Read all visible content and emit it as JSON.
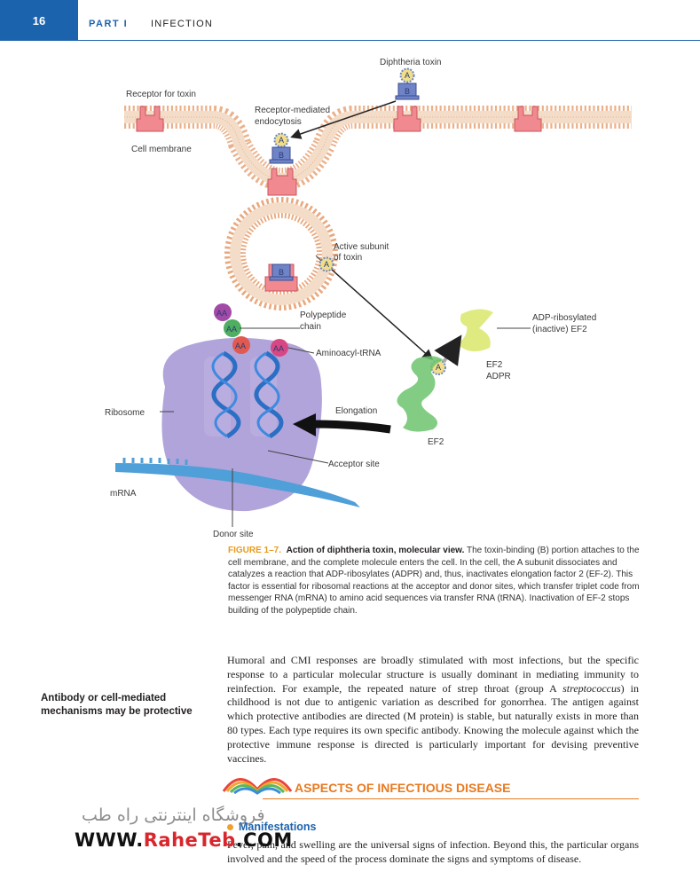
{
  "header": {
    "page_number": "16",
    "part": "PART I",
    "chapter": "INFECTION"
  },
  "figure": {
    "labels": {
      "diphtheria_toxin": "Diphtheria toxin",
      "receptor": "Receptor for toxin",
      "endocytosis_1": "Receptor-mediated",
      "endocytosis_2": "endocytosis",
      "cell_membrane": "Cell membrane",
      "active_subunit_1": "Active subunit",
      "active_subunit_2": "of toxin",
      "polypeptide_1": "Polypeptide",
      "polypeptide_2": "chain",
      "aminoacyl": "Aminoacyl-tRNA",
      "adp_1": "ADP-ribosylated",
      "adp_2": "(inactive) EF2",
      "ef2_top": "EF2",
      "adpr": "ADPR",
      "elongation": "Elongation",
      "ef2": "EF2",
      "ribosome": "Ribosome",
      "acceptor": "Acceptor site",
      "mrna": "mRNA",
      "donor": "Donor site",
      "sub_a": "A",
      "sub_b": "B",
      "aa": "AA"
    },
    "caption": {
      "number": "FIGURE 1–7.",
      "title": "Action of diphtheria toxin, molecular view.",
      "text": "The toxin-binding (B) portion attaches to the cell membrane, and the complete molecule enters the cell. In the cell, the A subunit dissociates and catalyzes a reaction that ADP-ribosylates (ADPR) and, thus, inactivates elongation factor 2 (EF-2). This factor is essential for ribosomal reactions at the acceptor and donor sites, which transfer triplet code from messenger RNA (mRNA) to amino acid sequences via transfer RNA (tRNA). Inactivation of EF-2 stops building of the polypeptide chain."
    }
  },
  "sidebar_note": "Antibody or cell-mediated mechanisms may be protective",
  "body": {
    "p1_part1": "Humoral and CMI responses are broadly stimulated with most infections, but the specific response to a particular molecular structure is usually dominant in mediating immunity to reinfection. For example, the repeated nature of strep throat (group A ",
    "p1_italic": "streptococcus",
    "p1_part2": ") in childhood is not due to antigenic variation as described for gonorrhea. The antigen against which protective antibodies are directed (M protein) is stable, but naturally exists in more than 80 types. Each type requires its own specific antibody. Knowing the molecule against which the protective immune response is directed is particularly important for devising preventive vaccines."
  },
  "section": {
    "title": "ASPECTS OF INFECTIOUS DISEASE"
  },
  "subsection": {
    "title": "Manifestations"
  },
  "body2": "Fever, pain, and swelling are the universal signs of infection. Beyond this, the particular organs involved and the speed of the process dominate the signs and symptoms of disease.",
  "watermark": {
    "persian": "فروشگاه اینترنتی راه طب",
    "url_pre": "WWW.",
    "url_red": "RaheTeb",
    "url_post": ".COM"
  },
  "colors": {
    "accent_blue": "#1c63ad",
    "accent_orange": "#e87a20",
    "receptor": "#f08a90",
    "membrane": "#e8b48a",
    "ribosome": "#a99ad6"
  }
}
